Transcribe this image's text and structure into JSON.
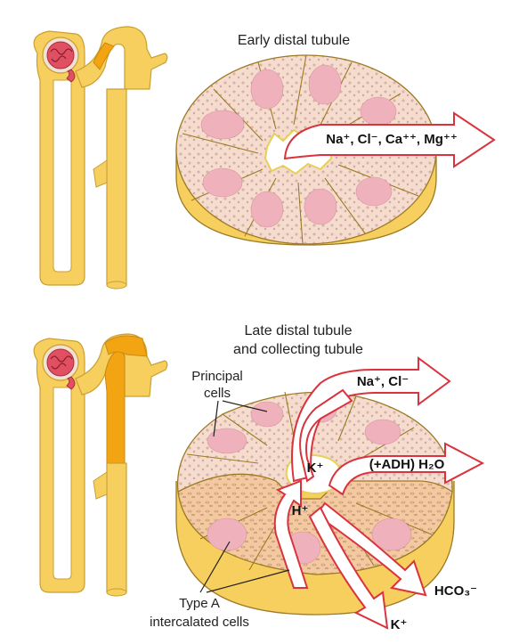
{
  "panel_top": {
    "title": "Early distal tubule",
    "ions": "Na⁺, Cl⁻, Ca⁺⁺, Mg⁺⁺"
  },
  "panel_bottom": {
    "title_line1": "Late distal tubule",
    "title_line2": "and collecting tubule",
    "principal_line1": "Principal",
    "principal_line2": "cells",
    "typeA_line1": "Type A",
    "typeA_line2": "intercalated cells",
    "arrow_na_cl": "Na⁺, Cl⁻",
    "arrow_k_in": "K⁺",
    "arrow_h2o": "(+ADH) H₂O",
    "arrow_h": "H⁺",
    "arrow_hco3": "HCO₃⁻",
    "arrow_k_out": "K⁺"
  },
  "colors": {
    "tubule_fill": "#f7cf5e",
    "tubule_highlight": "#f2a413",
    "cell_fill": "#f6dccf",
    "nucleus": "#efb2bd",
    "arrow_outline": "#d9343e",
    "glomerulus": "#e04f62"
  }
}
